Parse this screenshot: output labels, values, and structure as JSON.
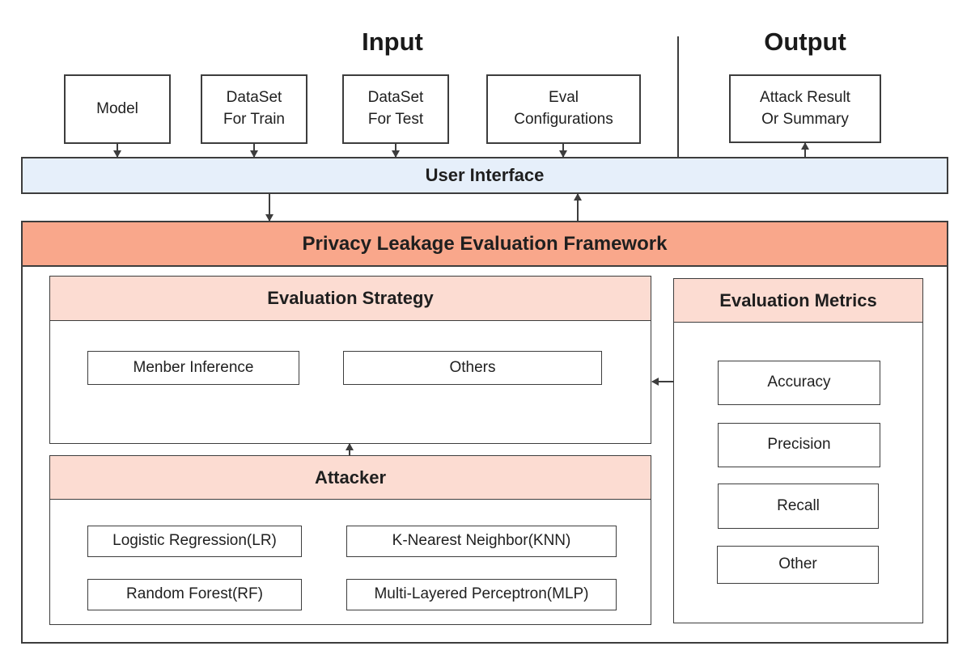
{
  "titles": {
    "input": "Input",
    "output": "Output"
  },
  "input_boxes": [
    {
      "label": "Model"
    },
    {
      "label": "DataSet\nFor Train"
    },
    {
      "label": "DataSet\nFor Test"
    },
    {
      "label": "Eval\nConfigurations"
    }
  ],
  "output_box": {
    "label": "Attack Result\nOr Summary"
  },
  "user_interface": {
    "label": "User Interface"
  },
  "framework": {
    "label": "Privacy Leakage Evaluation Framework"
  },
  "evaluation_strategy": {
    "title": "Evaluation Strategy",
    "items": [
      {
        "label": "Menber Inference"
      },
      {
        "label": "Others"
      }
    ]
  },
  "attacker": {
    "title": "Attacker",
    "items": [
      {
        "label": "Logistic Regression(LR)"
      },
      {
        "label": "K-Nearest Neighbor(KNN)"
      },
      {
        "label": "Random Forest(RF)"
      },
      {
        "label": "Multi-Layered Perceptron(MLP)"
      }
    ]
  },
  "evaluation_metrics": {
    "title": "Evaluation Metrics",
    "items": [
      {
        "label": "Accuracy"
      },
      {
        "label": "Precision"
      },
      {
        "label": "Recall"
      },
      {
        "label": "Other"
      }
    ]
  },
  "colors": {
    "ui_band_fill": "#e6effa",
    "framework_band_fill": "#f9a78b",
    "section_header_fill": "#fcdcd2",
    "border": "#3d3d3d",
    "text": "#1f1f1f"
  }
}
